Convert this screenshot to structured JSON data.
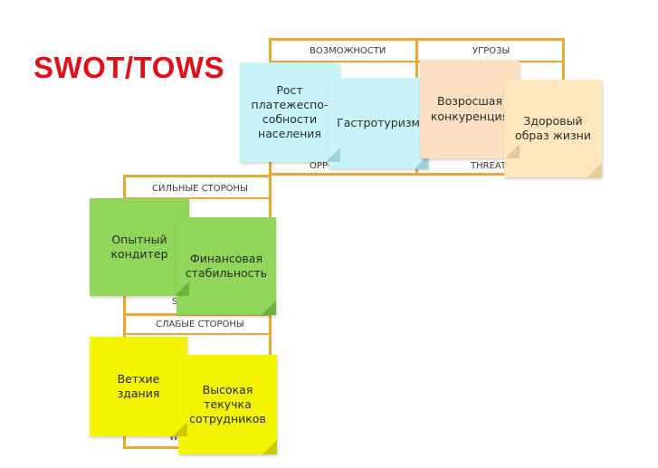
{
  "title": {
    "text": "SWOT/TOWS",
    "color": "#E0101B"
  },
  "colors": {
    "frame": "#E9A839",
    "opportunities_note": "#C8F4F8",
    "threats_note": "#FBDFC0",
    "threats_note_alt": "#FDE7BE",
    "strengths_note": "#8FD65B",
    "weaknesses_note": "#F3F500"
  },
  "quadrants": {
    "opportunities": {
      "label": "ВОЗМОЖНОСТИ",
      "footer": "OPPO",
      "notes": [
        "Рост платежеспо-собности населения",
        "Гастротуризм"
      ]
    },
    "threats": {
      "label": "УГРОЗЫ",
      "footer": "THREAT",
      "notes": [
        "Возросшая конкуренция",
        "Здоровый образ жизни"
      ]
    },
    "strengths": {
      "label": "СИЛЬНЫЕ СТОРОНЫ",
      "footer": "S",
      "notes": [
        "Опытный кондитер",
        "Финансовая стабильность"
      ]
    },
    "weaknesses": {
      "label": "СЛАБЫЕ СТОРОНЫ",
      "footer": "WE",
      "notes": [
        "Ветхие здания",
        "Высокая текучка сотрудников"
      ]
    }
  }
}
